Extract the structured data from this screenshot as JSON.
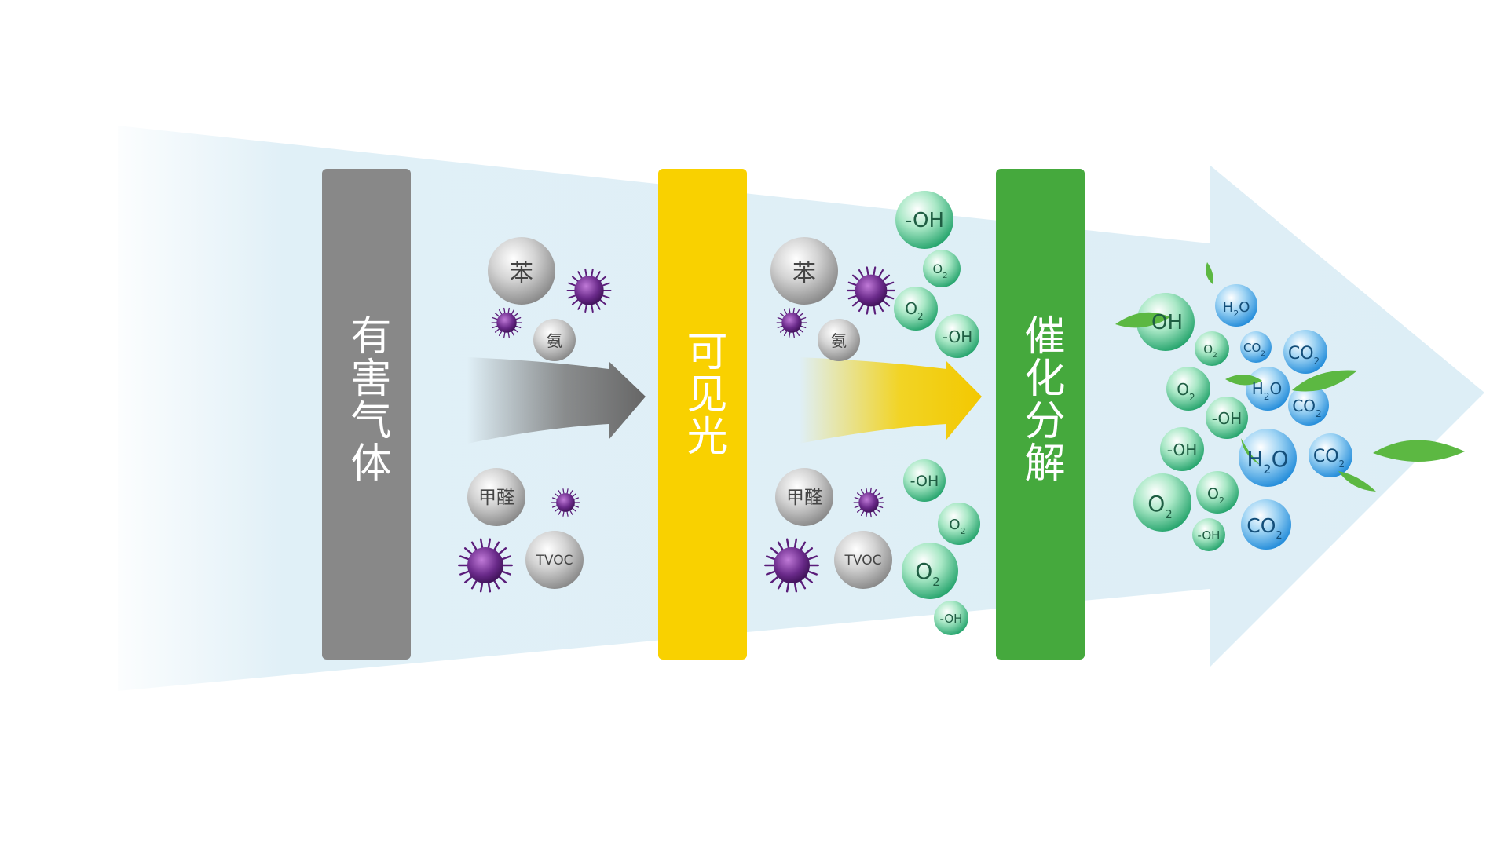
{
  "stages": [
    {
      "label": "有害气体",
      "color": "#888888"
    },
    {
      "label": "可见光",
      "color": "#f9d100"
    },
    {
      "label": "催化分解",
      "color": "#45a93d"
    }
  ],
  "colors": {
    "flow": "#ddeef6",
    "gas_gray": "#9c9c9c",
    "virus": "#5a1d7a",
    "oxy_green": "#3fbf85",
    "product_blue": "#2f9be0",
    "leaf": "#5cb842"
  },
  "pollutants": {
    "benzene": "苯",
    "ammonia": "氨",
    "formaldehyde": "甲醛",
    "tvoc": "TVOC"
  },
  "species": {
    "hydroxyl": "-OH",
    "oh": "OH",
    "o": "O",
    "h": "H",
    "c": "C",
    "co": "CO",
    "sub2": "2"
  }
}
